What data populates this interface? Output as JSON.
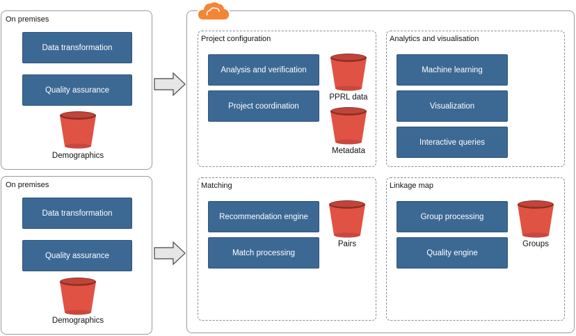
{
  "left_panels": [
    {
      "title": "On premises",
      "boxes": [
        "Data transformation",
        "Quality assurance"
      ],
      "bucket_label": "Demographics"
    },
    {
      "title": "On premises",
      "boxes": [
        "Data transformation",
        "Quality assurance"
      ],
      "bucket_label": "Demographics"
    }
  ],
  "cloud_icon": "cloud-icon",
  "sections": {
    "project_configuration": {
      "title": "Project configuration",
      "boxes": [
        "Analysis and verification",
        "Project coordination"
      ],
      "buckets": [
        "PPRL data",
        "Metadata"
      ]
    },
    "analytics": {
      "title": "Analytics and visualisation",
      "boxes": [
        "Machine learning",
        "Visualization",
        "Interactive queries"
      ]
    },
    "matching": {
      "title": "Matching",
      "boxes": [
        "Recommendation engine",
        "Match processing"
      ],
      "buckets": [
        "Pairs"
      ]
    },
    "linkage_map": {
      "title": "Linkage map",
      "boxes": [
        "Group processing",
        "Quality engine"
      ],
      "buckets": [
        "Groups"
      ]
    }
  },
  "colors": {
    "box_fill": "#3c6894",
    "bucket_fill": "#e05243",
    "bucket_dark": "#8c2f23",
    "cloud_fill": "#f58536",
    "arrow_fill": "#e6e6e6"
  }
}
